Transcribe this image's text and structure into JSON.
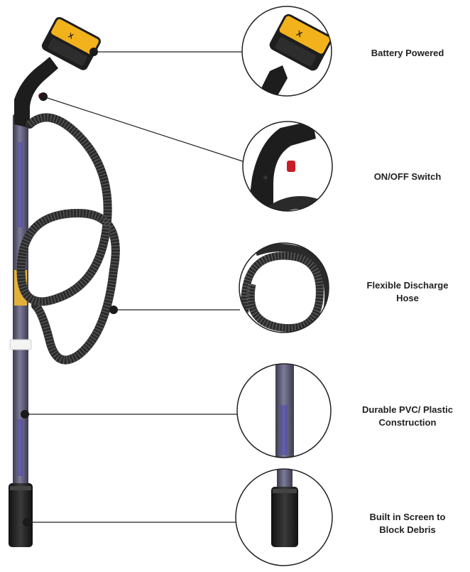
{
  "features": [
    {
      "lines": [
        "Battery Powered"
      ],
      "icon": "battery-icon"
    },
    {
      "lines": [
        "ON/OFF Switch"
      ],
      "icon": "switch-icon"
    },
    {
      "lines": [
        "Flexible Discharge",
        "Hose"
      ],
      "icon": "hose-icon"
    },
    {
      "lines": [
        "Durable PVC/ Plastic",
        "Construction"
      ],
      "icon": "pipe-icon"
    },
    {
      "lines": [
        "Built in Screen to",
        "Block Debris"
      ],
      "icon": "screen-icon"
    }
  ],
  "colors": {
    "tube": "#6b6a86",
    "tube_dark": "#3c3b4e",
    "hose": "#2a2a2a",
    "battery_yellow": "#f2b21c",
    "battery_black": "#1e1e1e",
    "switch_red": "#c81e28",
    "circle_stroke": "#222222",
    "connector": "#222222"
  }
}
